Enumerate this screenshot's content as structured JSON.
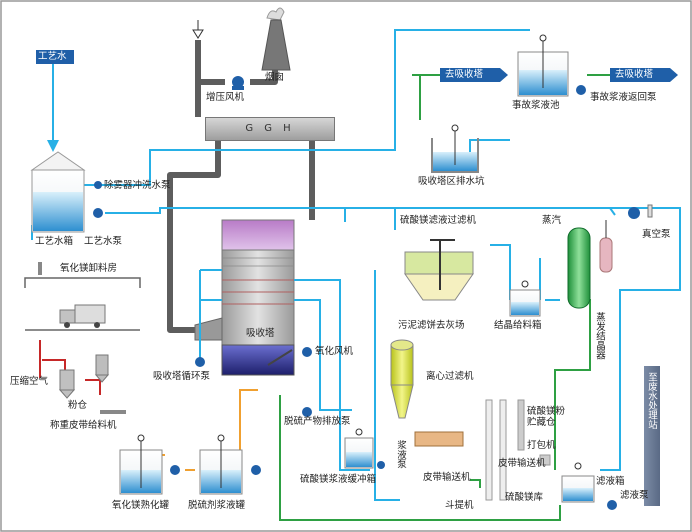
{
  "labels": {
    "process_water_tag": "工艺水",
    "chimney": "烟囱",
    "booster_fan": "增压风机",
    "ggh": "G G H",
    "mist_eliminator_pump": "除雾器冲洗水泵",
    "process_water_tank": "工艺水箱",
    "process_water_pump": "工艺水泵",
    "mgo_unloading": "氧化镁卸料房",
    "compressed_air": "压缩空气",
    "powder_silo": "粉仓",
    "belt_feeder": "称重皮带给料机",
    "mgo_slaking_tank": "氧化镁熟化罐",
    "absorbent_tank": "脱硫剂浆液罐",
    "absorber": "吸收塔",
    "recirc_pump": "吸收塔循环泵",
    "oxidation_fan": "氧化风机",
    "product_pump": "脱硫产物排放泵",
    "mgso4_buffer": "硫酸镁浆液缓冲箱",
    "slurry_pump": "浆液泵",
    "to_absorber_1": "去吸收塔",
    "to_absorber_2": "去吸收塔",
    "emergency_pool": "事故浆液池",
    "emergency_pump": "事故浆液返回泵",
    "drain_pit": "吸收塔区排水坑",
    "mgso4_filter": "硫酸镁滤液过滤机",
    "sludge": "污泥滤饼去灰场",
    "crystal_feed": "结晶给料箱",
    "steam": "蒸汽",
    "vacuum_pump": "真空泵",
    "evaporator": "蒸发结晶器",
    "centrifuge": "离心过滤机",
    "belt_conveyor_1": "皮带输送机",
    "bucket_elevator": "斗提机",
    "mgso4_silo": "硫酸镁粉贮藏仓",
    "packer": "打包机",
    "belt_conveyor_2": "皮带输送机",
    "mgso4_store": "硫酸镁库",
    "filtrate_tank": "滤液箱",
    "filtrate_pump": "滤液泵",
    "water_station": "至废水处理站"
  },
  "colors": {
    "water": "#27b0e6",
    "flue_gas": "#5d5d5d",
    "green_line": "#2ea043",
    "orange_line": "#f0a030",
    "red_line": "#c62828",
    "tag_blue": "#1f5fa8"
  }
}
